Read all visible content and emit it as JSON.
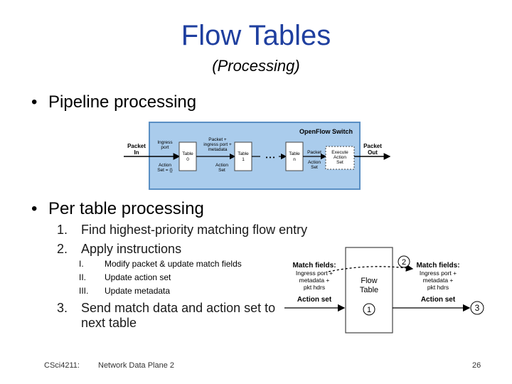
{
  "slide": {
    "title": "Flow Tables",
    "subtitle": "(Processing)",
    "bullets": [
      {
        "marker": "•",
        "text": "Pipeline processing"
      },
      {
        "marker": "•",
        "text": "Per table processing"
      }
    ],
    "steps": [
      {
        "num": "1.",
        "text": "Find highest-priority matching flow entry"
      },
      {
        "num": "2.",
        "text": "Apply instructions"
      },
      {
        "num": "3.",
        "text": "Send match data and action set to",
        "text2": "next table"
      }
    ],
    "sub_steps": [
      {
        "num": "I.",
        "text": "Modify packet & update match fields"
      },
      {
        "num": "II.",
        "text": "Update action set"
      },
      {
        "num": "III.",
        "text": "Update metadata"
      }
    ],
    "footer": {
      "left": "CSci4211:",
      "center": "Network Data Plane 2",
      "page": "26"
    }
  },
  "pipeline": {
    "switch_label": "OpenFlow Switch",
    "packet_in": "Packet In",
    "packet_out": "Packet Out",
    "ingress": "Ingress port",
    "action_set_empty": "Action Set = {}",
    "packet_meta": "Packet + ingress port + metadata",
    "action_set": "Action Set",
    "table0": "Table 0",
    "table1": "Table 1",
    "tablen": "Table n",
    "packet": "Packet",
    "execute": "Execute Action Set",
    "ellipsis": "• • •",
    "colors": {
      "switch_bg": "#aaccec",
      "switch_border": "#5a8fc4"
    }
  },
  "table_diagram": {
    "match_fields_left": "Match fields:",
    "match_left_detail": "Ingress port + metadata + pkt hdrs",
    "action_set_left": "Action set",
    "match_fields_right": "Match fields:",
    "match_right_detail": "Ingress port + metadata + pkt hdrs",
    "action_set_right": "Action set",
    "flow_table": "Flow Table",
    "circle1": "1",
    "circle2": "2",
    "circle3": "3"
  }
}
